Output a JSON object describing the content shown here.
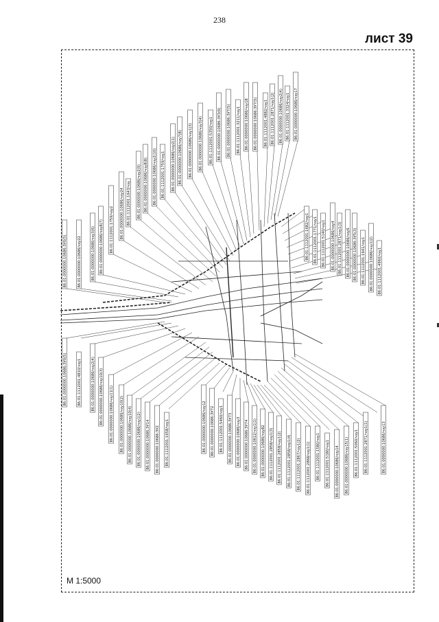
{
  "page_number": "238",
  "sheet_label": "лист 39",
  "scale_label": "М 1:5000",
  "upper_labels": [
    "86:01:0000000:10686:ЗУ0(5)",
    "86:01:0000000:10686/чзу22",
    "86:01:0000000:10686/чзу3(6)",
    "86:01:0000000:10686/чзу8(7)",
    "86:01:1112001:1759/чзу2",
    "86:01:0000000:10686/чзу24",
    "86:01:1112001:1643/чзу",
    "86:01:0000000:10686/чзу2(9)",
    "86:01:0000000:10686/чзу8(8)",
    "86:01:0000000:10686/чзу2(10)",
    "86:01:1112001:1759/чзу1",
    "86:01:0000000:10686/чзу2(1)",
    "86:01:0000000:10686/чзу7(8)",
    "86:01:0000000:10686/чзу1(3)",
    "86:01:0000000:10686/чзу3(4)",
    "86:01:1112001:5350/чзу1",
    "86:01:0000000:10686:ЗУ3(6)",
    "86:01:0000000:10686:ЗУ7(5)",
    "86:01:1112001:3211/чзу1",
    "86:01:0000000:10686/чзу18",
    "86:01:0000000:10686:ЗУ7(5)",
    "86:01:1112001:4882/чзу1",
    "86:01:1112001:2871/чзу1(2)",
    "86:01:0000000:10686/чзу2(4)",
    "86:01:1112001:3324/чзу1",
    "86:01:0000000:10686/чзу17"
  ],
  "upper_right_labels": [
    "86:01:1112001:1682/чзу1",
    "86:01:1112001:1771/чзу1",
    "86:01:1112001:5140/чзу1",
    "86:01:0000000:10686/чзу4",
    "86:01:1112001:2871/чзу1(3)",
    "86:01:0000000:10686/чзу6",
    "86:01:0000000:10686:ЗУ5(3)",
    "86:01:1112001:1641/чзу1",
    "86:01:0000000:10686/чзу1(2)",
    "86:01:1112001:4960/чзу1"
  ],
  "lower_left_labels": [
    "86:01:0000000:10686:ЗУ0(5)",
    "86:01:1112001:4810/чзу1",
    "86:01:0000000:10686/чзу2(4)",
    "86:01:0000000:10686/чзу10(3)",
    "86:01:0000000:10686/чзу11(1)",
    "86:01:0000000:10686/чзу10(2)",
    "86:01:0000000:10686/чзу10(4)",
    "86:01:0000000:10686/чзу1(2)",
    "86:01:0000000:10686:ЗУ14",
    "86:01:0000000:10686:ЗУ2",
    "86:01:1112001:1658/чзу1"
  ],
  "lower_labels": [
    "86:01:0000000:10686/чзу12",
    "86:01:0000000:10686:ЗУ72",
    "86:01:1112001:5460/чзу1",
    "86:01:0000000:10686:ЗУ73",
    "86:01:0000000:10686/чзу3",
    "86:01:0000000:10686:ЗУ74",
    "86:01:0000000:10612/чзу1(1)",
    "86:01:0000000:10686/чзу82",
    "86:01:1112001:2858/чзу1(3)",
    "86:01:1112001:2858/чзу1(2)",
    "86:01:1112001:2858/чзу1(4)",
    "86:01:1112001:2867/чзу1(2)",
    "86:01:1112001:2868/чзу1(1)",
    "86:01:1112001:1580/чзу1",
    "86:01:1112001:5180/чзу1",
    "86:01:0000000:10686/чзу14",
    "86:01:0000000:10686/чзу15(1)",
    "86:01:1112001:5060/чзу1",
    "86:01:1112001:2871/чзу1(1)",
    "86:01:0000000:10686/чзу13"
  ]
}
